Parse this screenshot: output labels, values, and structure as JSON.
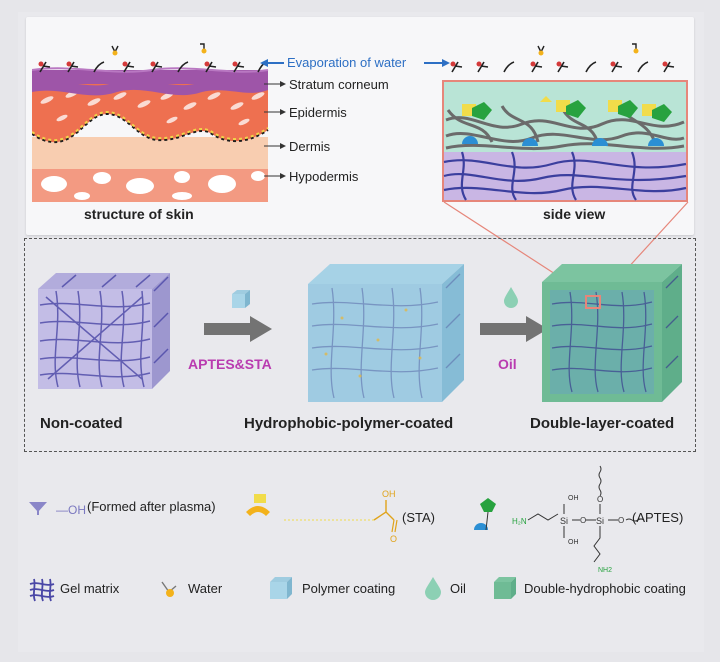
{
  "skin_panel": {
    "evaporation_label": "Evaporation of water",
    "layers": [
      "Stratum corneum",
      "Epidermis",
      "Dermis",
      "Hypodermis"
    ],
    "caption": "structure of skin",
    "side_view_caption": "side view"
  },
  "process": {
    "stages": [
      "Non-coated",
      "Hydrophobic-polymer-coated",
      "Double-layer-coated"
    ],
    "step1_label": "APTES&STA",
    "step2_label": "Oil"
  },
  "chemistry": {
    "oh_label": "—OH",
    "plasma_note": "(Formed after plasma)",
    "sta_acid": "OH",
    "sta_carbonyl": "O",
    "sta_label": "(STA)",
    "aptes_label": "(APTES)",
    "aptes_si": "Si",
    "aptes_o": "O",
    "aptes_oh": "OH",
    "aptes_nh2": "NH2",
    "aptes_h2n": "H₂N"
  },
  "legend": {
    "gel": "Gel matrix",
    "water": "Water",
    "polymer": "Polymer coating",
    "oil": "Oil",
    "double": "Double-hydrophobic coating"
  },
  "colors": {
    "stratum": "#9e55a8",
    "epidermis": "#ee7a52",
    "dermis": "#f6c9a8",
    "hypodermis": "#f39a82",
    "gel": "#4a47a6",
    "polymer": "#8fc6df",
    "double": "#5fb38f",
    "accent_label": "#b93bb0",
    "arrow_blue": "#2d6fc4"
  }
}
